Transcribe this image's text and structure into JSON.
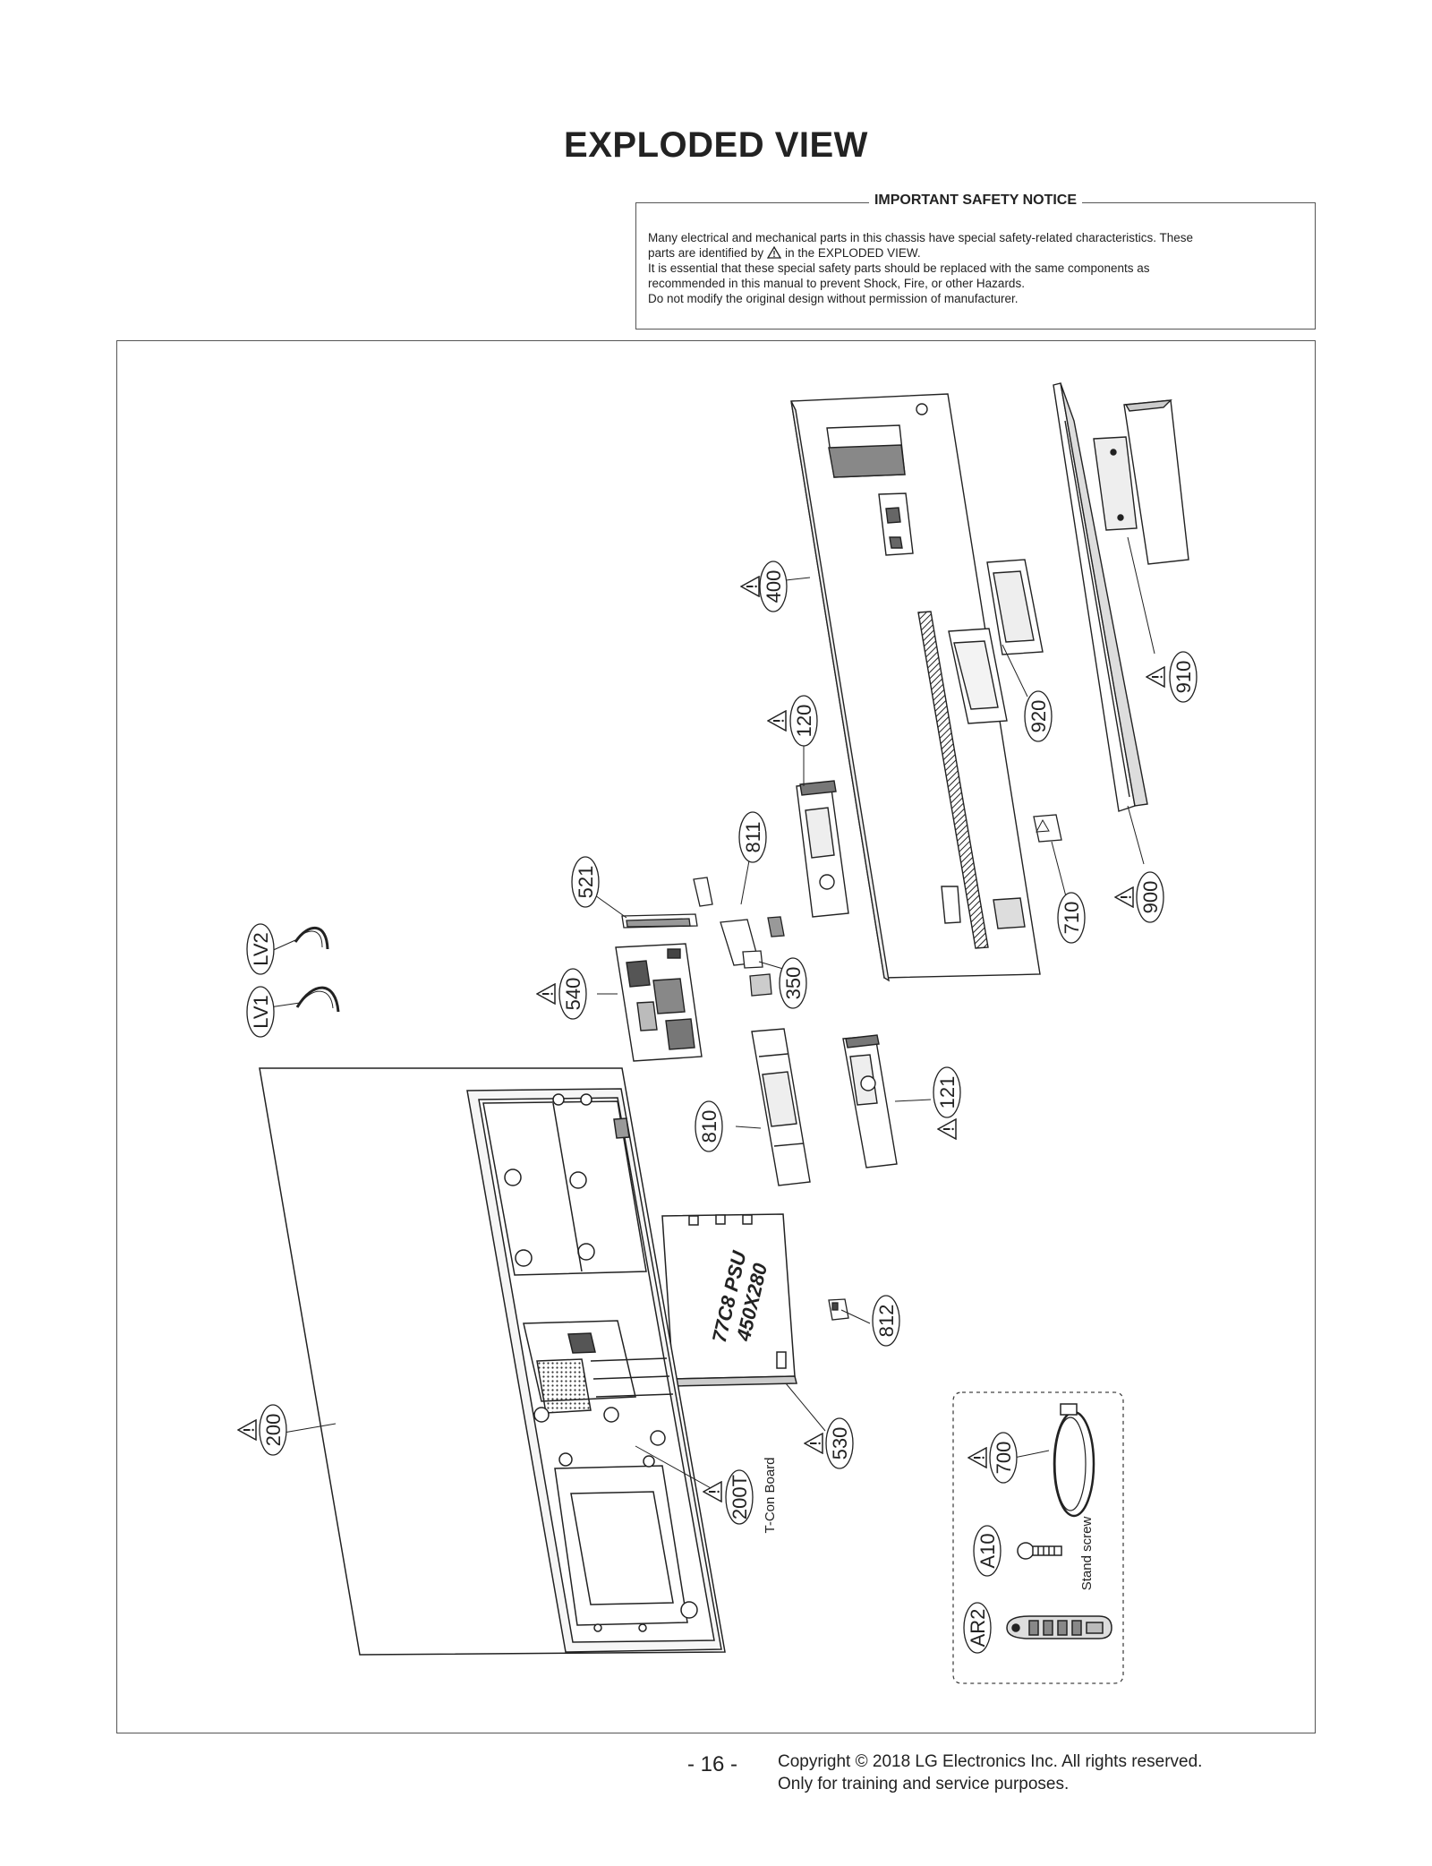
{
  "title": "EXPLODED VIEW",
  "notice": {
    "heading": "IMPORTANT SAFETY NOTICE",
    "line1": "Many electrical and mechanical parts in this chassis have special safety-related characteristics. These",
    "line2a": "parts are identified by",
    "line2b": "in the EXPLODED VIEW.",
    "line3": "It is essential that these special safety parts should be replaced with the same components as",
    "line4": "recommended in this manual to prevent Shock, Fire, or other Hazards.",
    "line5": "Do not modify the original design without permission of manufacturer."
  },
  "parts": {
    "p400": "400",
    "p910": "910",
    "p920": "920",
    "p120": "120",
    "p710": "710",
    "p900": "900",
    "p811": "811",
    "p521": "521",
    "p350": "350",
    "pLV2": "LV2",
    "pLV1": "LV1",
    "p540": "540",
    "p121": "121",
    "p810": "810",
    "p812": "812",
    "p200": "200",
    "p530": "530",
    "p200T": "200T",
    "p700": "700",
    "pA10": "A10",
    "pAR2": "AR2"
  },
  "annotations": {
    "tcon": "T-Con Board",
    "stand_screw": "Stand screw",
    "psu_line1": "77C8  PSU",
    "psu_line2": "450X280"
  },
  "footer": {
    "page": "- 16 -",
    "copyright": "Copyright © 2018 LG Electronics Inc. All rights reserved.",
    "purpose": "Only for training and service purposes."
  }
}
